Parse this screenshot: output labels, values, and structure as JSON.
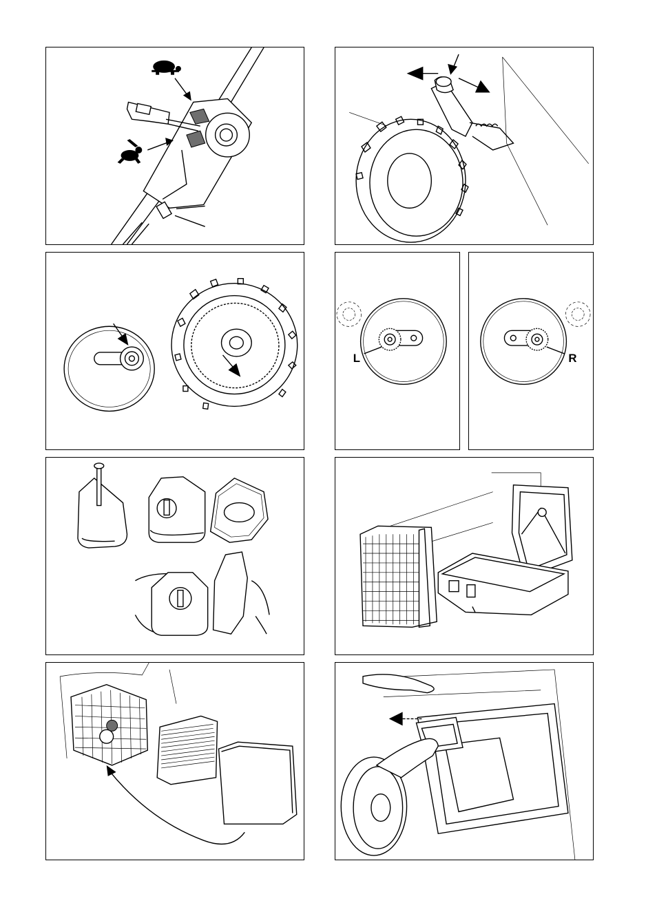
{
  "figures": [
    {
      "id": "speed-control",
      "labels": []
    },
    {
      "id": "wheel-height-lever",
      "labels": []
    },
    {
      "id": "wheel-gear",
      "labels": []
    },
    {
      "id": "gear-left",
      "labels": [
        "L"
      ]
    },
    {
      "id": "gear-right",
      "labels": [
        "R"
      ]
    },
    {
      "id": "air-filter-cover",
      "labels": []
    },
    {
      "id": "air-filter-housing",
      "labels": []
    },
    {
      "id": "air-filter-assembly",
      "labels": []
    },
    {
      "id": "grass-bag-removal",
      "labels": []
    }
  ],
  "icons": {
    "slow": "turtle-icon",
    "fast": "rabbit-icon"
  }
}
